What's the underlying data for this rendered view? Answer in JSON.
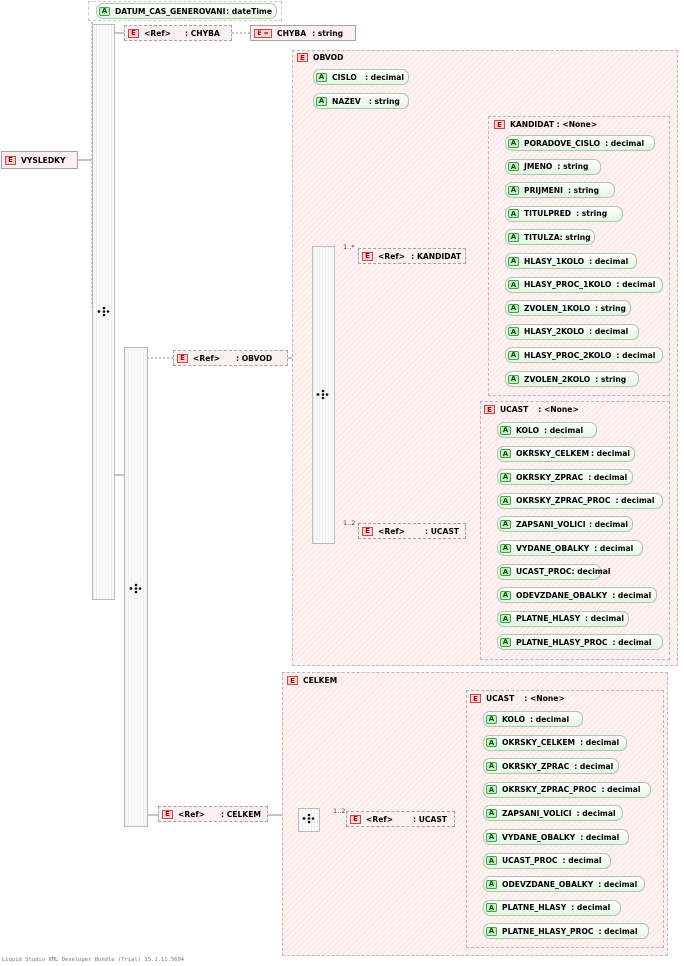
{
  "root": {
    "label": "VYSLEDKY"
  },
  "datum": {
    "name": "DATUM_CAS_GENEROVANI",
    "type": ": dateTime"
  },
  "chyba_ref": {
    "ref": "<Ref>",
    "name": ": CHYBA"
  },
  "chyba_el": {
    "name": "CHYBA",
    "type": ": string"
  },
  "obvod_ref": {
    "ref": "<Ref>",
    "name": ": OBVOD"
  },
  "obvod": {
    "title": "OBVOD",
    "cislo": {
      "name": "CISLO",
      "type": ": decimal"
    },
    "nazev": {
      "name": "NAZEV",
      "type": ": string"
    },
    "kandidat_mult": "1..*",
    "kandidat_ref": {
      "ref": "<Ref>",
      "name": ": KANDIDAT"
    },
    "ucast_mult": "1..2",
    "ucast_ref": {
      "ref": "<Ref>",
      "name": ": UCAST"
    }
  },
  "kandidat": {
    "title": "KANDIDAT : <None>",
    "attrs": [
      {
        "name": "PORADOVE_CISLO",
        "type": ": decimal"
      },
      {
        "name": "JMENO",
        "type": ": string"
      },
      {
        "name": "PRIJMENI",
        "type": ": string"
      },
      {
        "name": "TITULPRED",
        "type": ": string"
      },
      {
        "name": "TITULZA",
        "type": ": string"
      },
      {
        "name": "HLASY_1KOLO",
        "type": ": decimal"
      },
      {
        "name": "HLASY_PROC_1KOLO",
        "type": ": decimal"
      },
      {
        "name": "ZVOLEN_1KOLO",
        "type": ": string"
      },
      {
        "name": "HLASY_2KOLO",
        "type": ": decimal"
      },
      {
        "name": "HLASY_PROC_2KOLO",
        "type": ": decimal"
      },
      {
        "name": "ZVOLEN_2KOLO",
        "type": ": string"
      }
    ]
  },
  "ucast1": {
    "title": "UCAST",
    "title_type": ": <None>",
    "attrs": [
      {
        "name": "KOLO",
        "type": ": decimal"
      },
      {
        "name": "OKRSKY_CELKEM",
        "type": ": decimal"
      },
      {
        "name": "OKRSKY_ZPRAC",
        "type": ": decimal"
      },
      {
        "name": "OKRSKY_ZPRAC_PROC",
        "type": ": decimal"
      },
      {
        "name": "ZAPSANI_VOLICI",
        "type": ": decimal"
      },
      {
        "name": "VYDANE_OBALKY",
        "type": ": decimal"
      },
      {
        "name": "UCAST_PROC",
        "type": ": decimal"
      },
      {
        "name": "ODEVZDANE_OBALKY",
        "type": ": decimal"
      },
      {
        "name": "PLATNE_HLASY",
        "type": ": decimal"
      },
      {
        "name": "PLATNE_HLASY_PROC",
        "type": ": decimal"
      }
    ]
  },
  "celkem_ref": {
    "ref": "<Ref>",
    "name": ": CELKEM"
  },
  "celkem": {
    "title": "CELKEM",
    "ucast_mult": "1..2",
    "ucast_ref": {
      "ref": "<Ref>",
      "name": ": UCAST"
    }
  },
  "ucast2": {
    "title": "UCAST",
    "title_type": ": <None>",
    "attrs": [
      {
        "name": "KOLO",
        "type": ": decimal"
      },
      {
        "name": "OKRSKY_CELKEM",
        "type": ": decimal"
      },
      {
        "name": "OKRSKY_ZPRAC",
        "type": ": decimal"
      },
      {
        "name": "OKRSKY_ZPRAC_PROC",
        "type": ": decimal"
      },
      {
        "name": "ZAPSANI_VOLICI",
        "type": ": decimal"
      },
      {
        "name": "VYDANE_OBALKY",
        "type": ": decimal"
      },
      {
        "name": "UCAST_PROC",
        "type": ": decimal"
      },
      {
        "name": "ODEVZDANE_OBALKY",
        "type": ": decimal"
      },
      {
        "name": "PLATNE_HLASY",
        "type": ": decimal"
      },
      {
        "name": "PLATNE_HLASY_PROC",
        "type": ": decimal"
      }
    ]
  },
  "icons": {
    "element": "E",
    "attribute": "A",
    "element_ref": "E ="
  },
  "footer": "Liquid Studio XML Developer Bundle (Trial) 15.1.11.5604"
}
